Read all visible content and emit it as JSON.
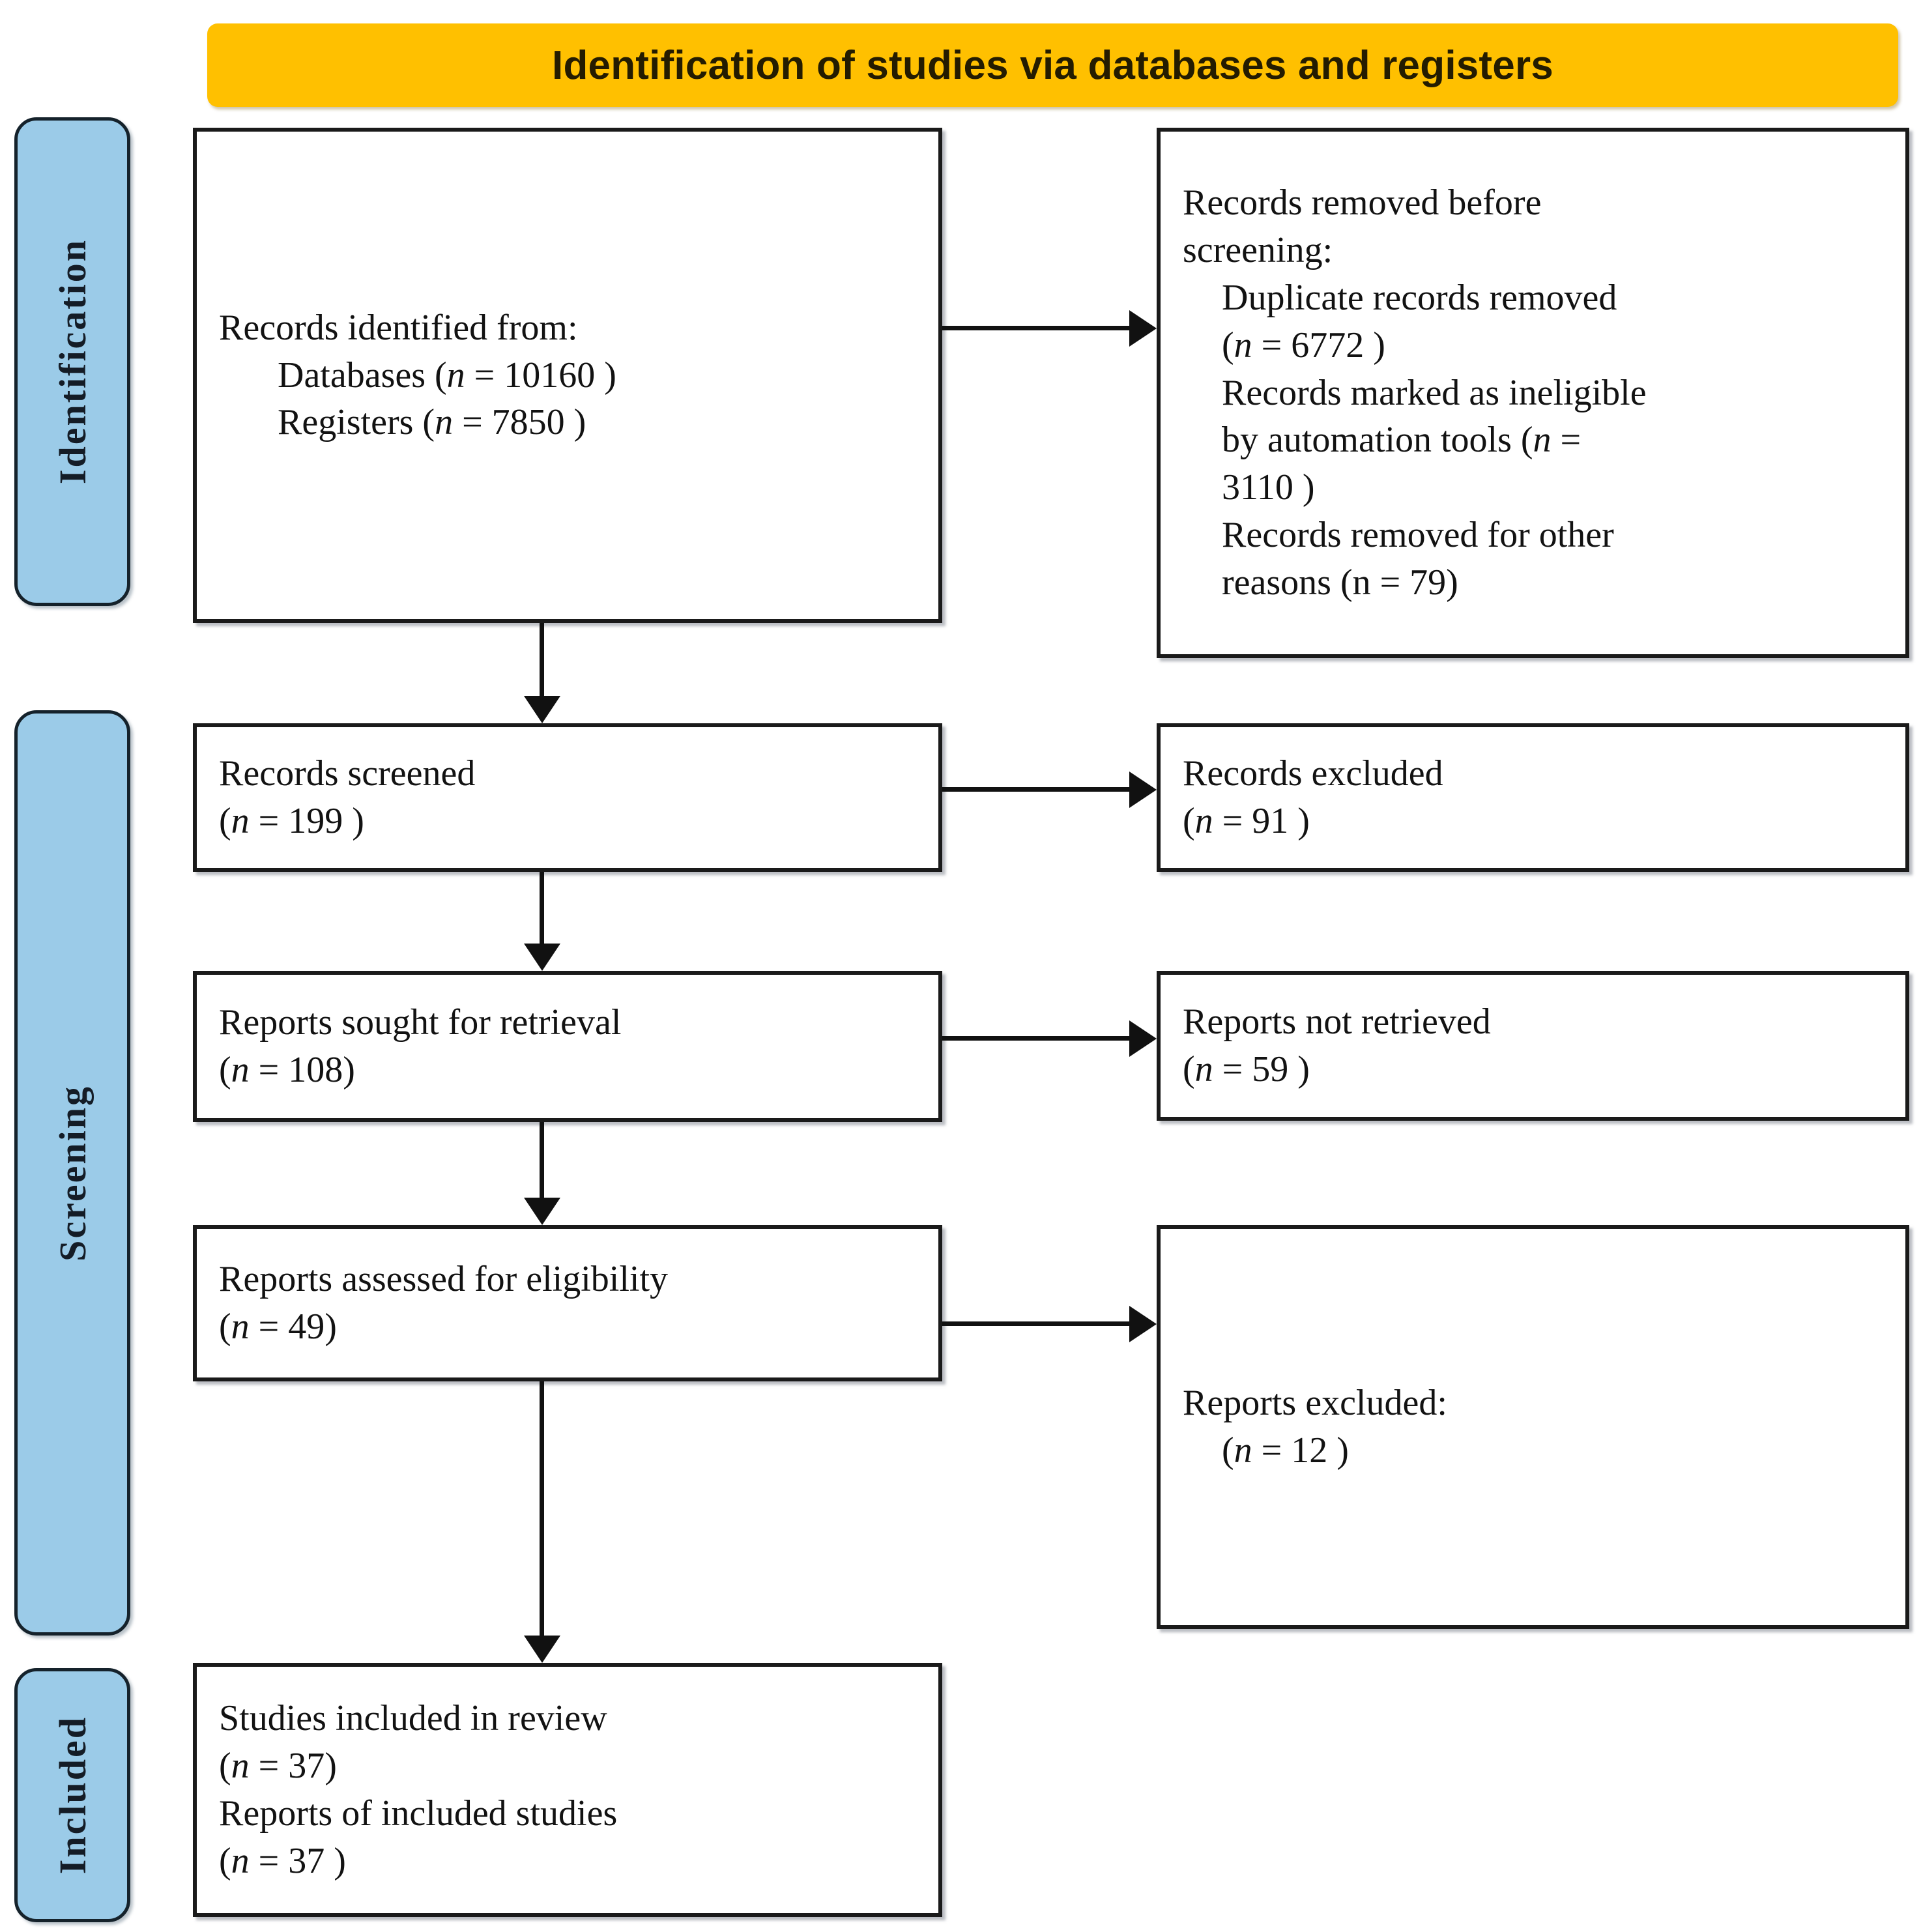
{
  "header": {
    "title": "Identification of studies via databases and registers",
    "background_color": "#FFC000",
    "text_color": "#241c00"
  },
  "stages": {
    "identification": "Identification",
    "screening": "Screening",
    "included": "Included",
    "bar_color": "#9BCBE8",
    "bar_border_color": "#15222b"
  },
  "boxes": {
    "identified": {
      "line1": "Records identified from:",
      "line2_pre": "Databases (",
      "line2_n": "n",
      "line2_post": " = 10160 )",
      "line3_pre": "Registers (",
      "line3_n": "n",
      "line3_post": " = 7850 )"
    },
    "removed": {
      "line1": "Records removed before",
      "line2": "screening:",
      "line3": "Duplicate records removed",
      "line4_pre": "(",
      "line4_n": "n",
      "line4_post": " = 6772 )",
      "line5": "Records marked as ineligible",
      "line6_pre": "by automation tools (",
      "line6_n": "n",
      "line6_post": " =",
      "line7": "3110 )",
      "line8": "Records removed for other",
      "line9": "reasons (n = 79)"
    },
    "screened": {
      "line1": "Records screened",
      "line2_pre": "(",
      "line2_n": "n",
      "line2_post": " = 199 )"
    },
    "records_excluded": {
      "line1": "Records excluded",
      "line2_pre": "(",
      "line2_n": "n",
      "line2_post": " = 91 )"
    },
    "sought": {
      "line1": "Reports sought for retrieval",
      "line2_pre": "(",
      "line2_n": "n",
      "line2_post": " = 108)"
    },
    "not_retrieved": {
      "line1": "Reports not retrieved",
      "line2_pre": "(",
      "line2_n": "n",
      "line2_post": " = 59 )"
    },
    "assessed": {
      "line1": "Reports assessed for eligibility",
      "line2_pre": "(",
      "line2_n": "n",
      "line2_post": " = 49)"
    },
    "reports_excluded": {
      "line1": "Reports excluded:",
      "line2_pre": "(",
      "line2_n": "n",
      "line2_post": " = 12 )"
    },
    "included": {
      "line1": "Studies included in review",
      "line2_pre": "(",
      "line2_n": "n",
      "line2_post": " = 37)",
      "line3": "Reports of included studies",
      "line4_pre": "(",
      "line4_n": "n",
      "line4_post": " = 37 )"
    }
  },
  "chart_data": {
    "type": "diagram",
    "title": "Identification of studies via databases and registers",
    "diagram_kind": "PRISMA 2020 flow diagram",
    "stages": [
      "Identification",
      "Screening",
      "Included"
    ],
    "nodes": [
      {
        "id": "identified",
        "stage": "Identification",
        "label": "Records identified from: Databases (n = 10160 ); Registers (n = 7850 )",
        "databases_n": 10160,
        "registers_n": 7850
      },
      {
        "id": "removed",
        "stage": "Identification",
        "label": "Records removed before screening",
        "duplicate_records_removed_n": 6772,
        "marked_ineligible_by_automation_tools_n": 3110,
        "removed_for_other_reasons_n": 79
      },
      {
        "id": "screened",
        "stage": "Screening",
        "label": "Records screened",
        "n": 199
      },
      {
        "id": "records_excluded",
        "stage": "Screening",
        "label": "Records excluded",
        "n": 91
      },
      {
        "id": "sought",
        "stage": "Screening",
        "label": "Reports sought for retrieval",
        "n": 108
      },
      {
        "id": "not_retrieved",
        "stage": "Screening",
        "label": "Reports not retrieved",
        "n": 59
      },
      {
        "id": "assessed",
        "stage": "Screening",
        "label": "Reports assessed for eligibility",
        "n": 49
      },
      {
        "id": "reports_excluded",
        "stage": "Screening",
        "label": "Reports excluded",
        "n": 12
      },
      {
        "id": "included",
        "stage": "Included",
        "label": "Studies included in review / Reports of included studies",
        "studies_n": 37,
        "reports_n": 37
      }
    ],
    "edges": [
      {
        "from": "identified",
        "to": "removed",
        "direction": "right"
      },
      {
        "from": "identified",
        "to": "screened",
        "direction": "down"
      },
      {
        "from": "screened",
        "to": "records_excluded",
        "direction": "right"
      },
      {
        "from": "screened",
        "to": "sought",
        "direction": "down"
      },
      {
        "from": "sought",
        "to": "not_retrieved",
        "direction": "right"
      },
      {
        "from": "sought",
        "to": "assessed",
        "direction": "down"
      },
      {
        "from": "assessed",
        "to": "reports_excluded",
        "direction": "right"
      },
      {
        "from": "assessed",
        "to": "included",
        "direction": "down"
      }
    ]
  }
}
